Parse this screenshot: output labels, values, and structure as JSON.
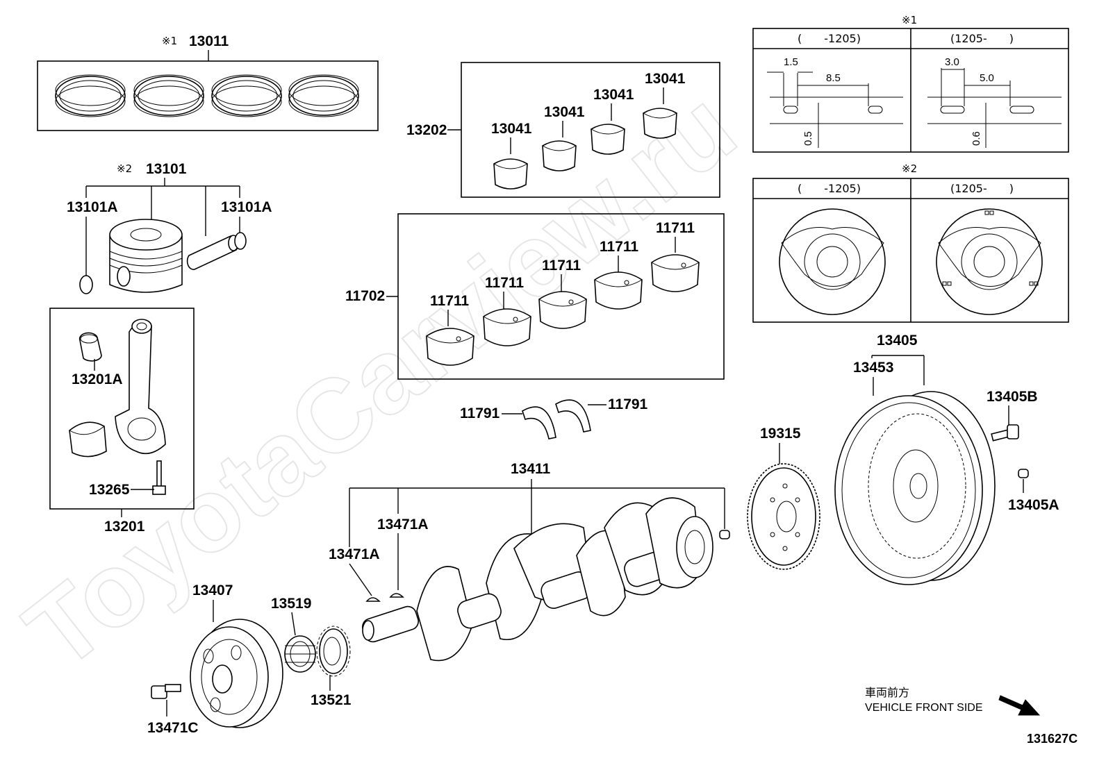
{
  "watermark": "ToyotaCarview.ru",
  "diagram_id": "131627C",
  "vehicle_front": {
    "jp": "車両前方",
    "en": "VEHICLE FRONT SIDE"
  },
  "parts": {
    "p13011": "13011",
    "p13101": "13101",
    "p13101A_l": "13101A",
    "p13101A_r": "13101A",
    "p13201A": "13201A",
    "p13265": "13265",
    "p13201": "13201",
    "p13202": "13202",
    "p13041_1": "13041",
    "p13041_2": "13041",
    "p13041_3": "13041",
    "p13041_4": "13041",
    "p11702": "11702",
    "p11711_1": "11711",
    "p11711_2": "11711",
    "p11711_3": "11711",
    "p11711_4": "11711",
    "p11711_5": "11711",
    "p11791_l": "11791",
    "p11791_r": "11791",
    "p13411": "13411",
    "p13471A_1": "13471A",
    "p13471A_2": "13471A",
    "p13407": "13407",
    "p13519": "13519",
    "p13521": "13521",
    "p13471C": "13471C",
    "p19315": "19315",
    "p13405": "13405",
    "p13453": "13453",
    "p13405B": "13405B",
    "p13405A": "13405A"
  },
  "notes": {
    "mark1": "※1",
    "mark2": "※2"
  },
  "detail1": {
    "mark": "※1",
    "col_left": "(　　-1205)",
    "col_right": "(1205-　　)",
    "left_dims": [
      "1.5",
      "8.5",
      "0.5"
    ],
    "right_dims": [
      "3.0",
      "5.0",
      "0.6"
    ]
  },
  "detail2": {
    "mark": "※2",
    "col_left": "(　　-1205)",
    "col_right": "(1205-　　)"
  }
}
